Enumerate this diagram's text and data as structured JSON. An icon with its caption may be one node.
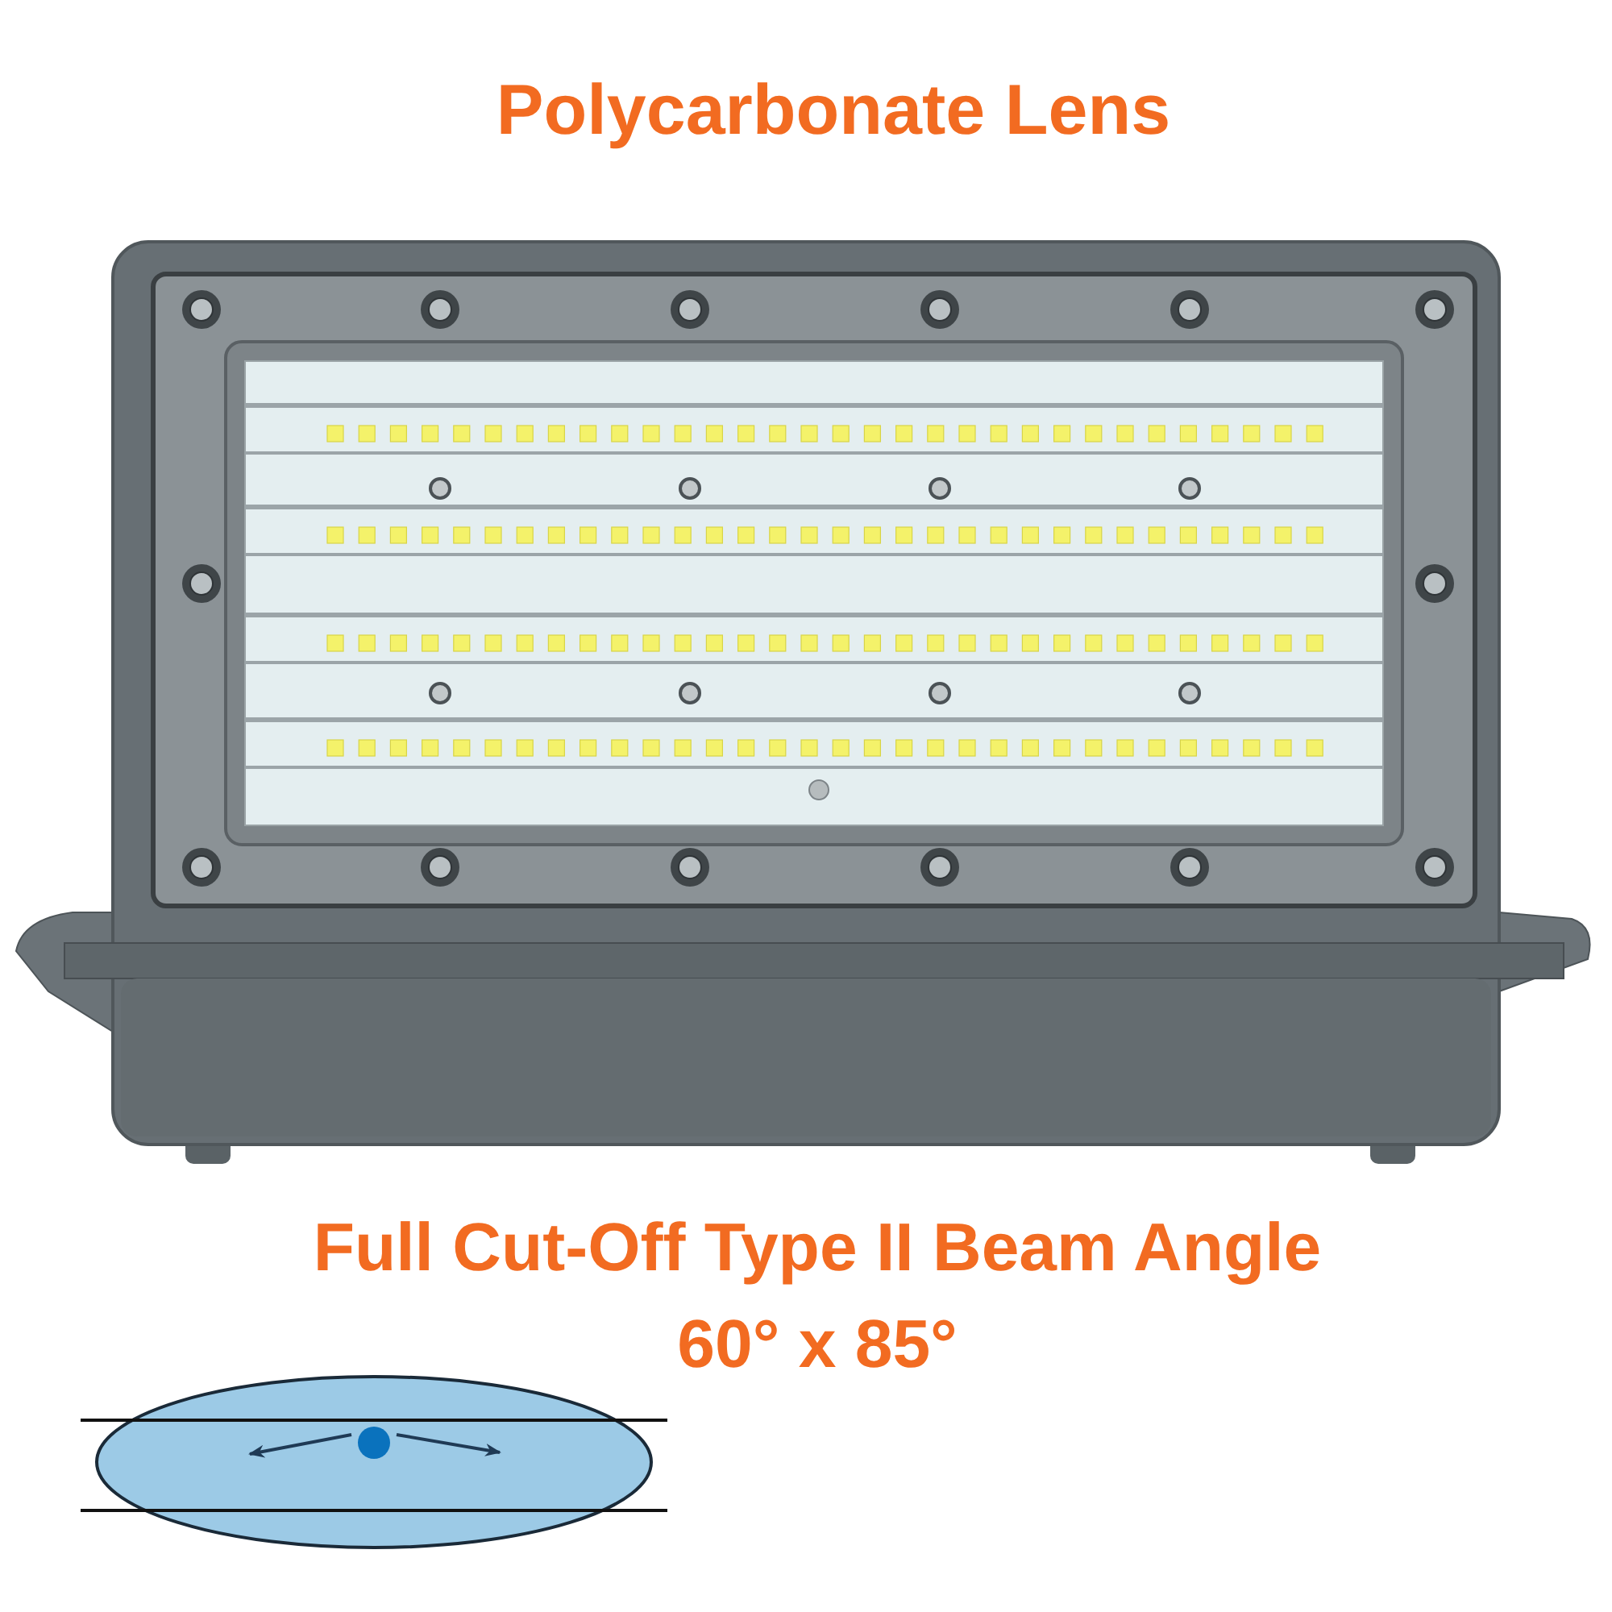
{
  "diagram": {
    "labels": [
      "Polycarbonate Lens",
      "Full Cut-Off Type II Beam Angle",
      "60° x 85°"
    ]
  }
}
